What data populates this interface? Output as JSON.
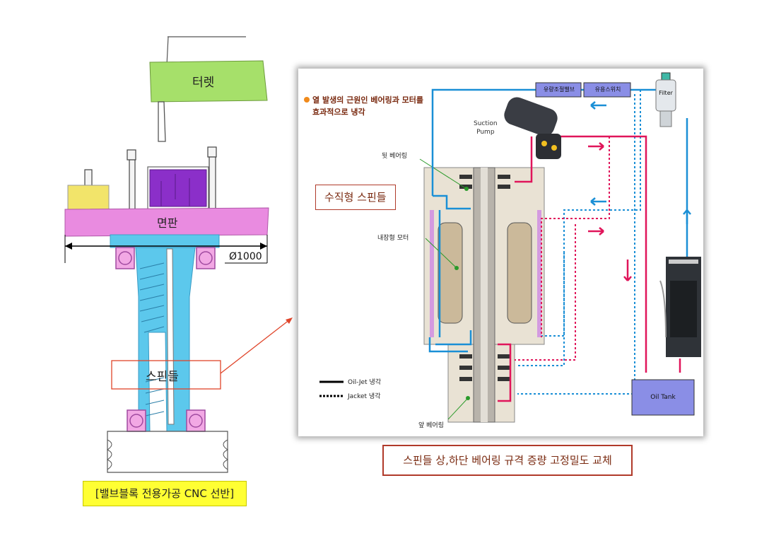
{
  "left_sketch": {
    "turret_label": "터렛",
    "faceplate_label": "면판",
    "diameter_label": "Ø1000",
    "spindle_label": "스핀들",
    "caption": "[밸브블록 전용가공 CNC 선반]"
  },
  "right_panel": {
    "note": "열 발생의 근원인 베어링과 모터를\n효과적으로 냉각",
    "pump_label": "Suction\nPump",
    "flow_valve": "유량조절밸브",
    "flow_switch": "유용스위치",
    "filter": "Filter",
    "oil_tank": "Oil Tank",
    "rear_bearing": "뒷 베어링",
    "builtin_motor": "내장형 모터",
    "front_bearing": "앞 베어링",
    "vertical_spindle": "수직형 스핀들",
    "legend_oiljet": "Oil-Jet 냉각",
    "legend_jacket": "Jacket 냉각"
  },
  "bottom_caption": "스핀들 상,하단 베어링 규격 증량 고정밀도 교체",
  "colors": {
    "turret_green": "#a6e06a",
    "faceplate_pink": "#e98be0",
    "chuck_purple": "#8b2fc9",
    "spindle_blue": "#5cc8ec",
    "callout_red": "#e0452a",
    "caption_yellow": "#ffff33",
    "pipe_blue": "#1a8fd6",
    "pipe_red": "#e0155a",
    "box_purple": "#8a8ee6",
    "label_brown": "#7a2a10"
  }
}
